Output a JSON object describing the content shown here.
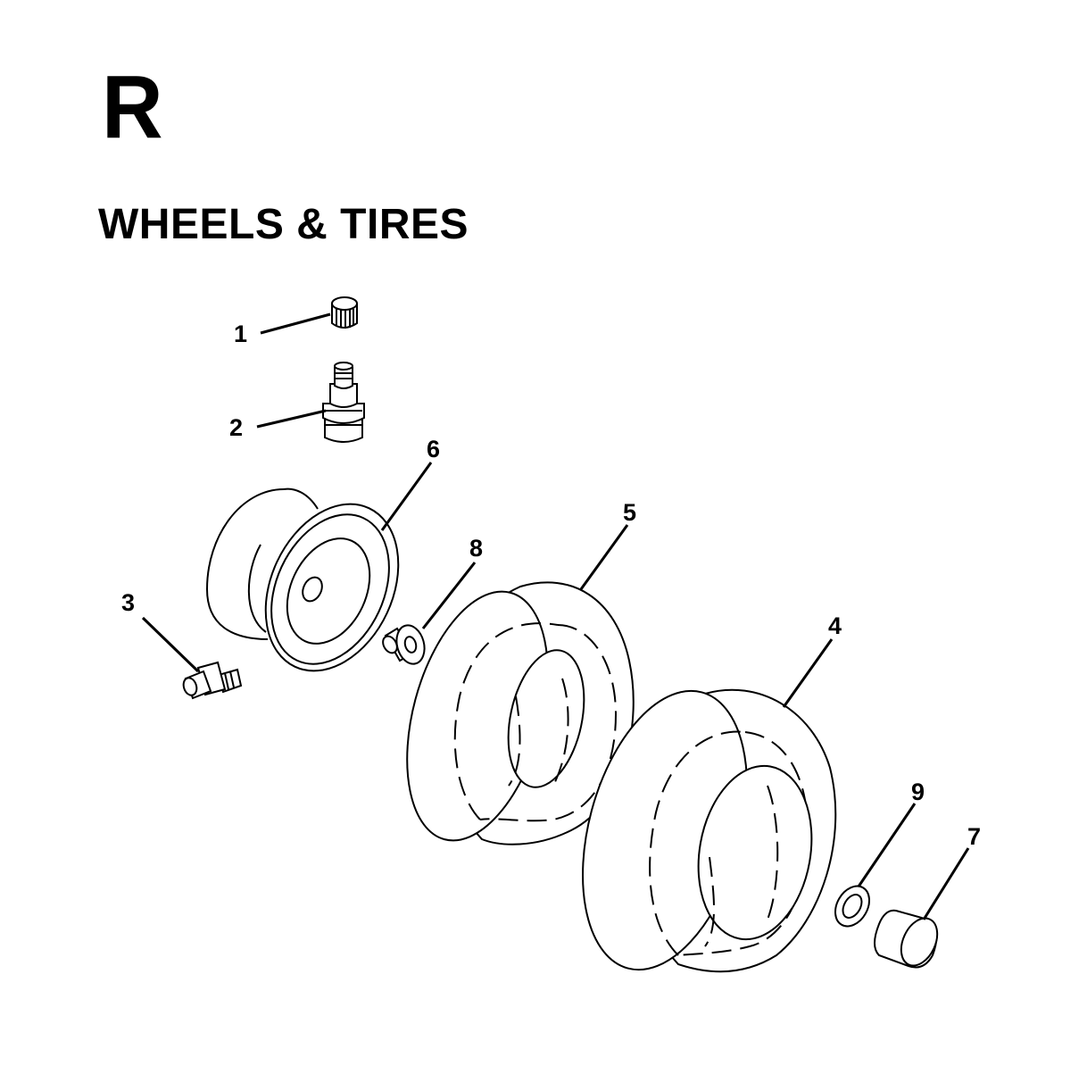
{
  "header": {
    "section_letter": "R",
    "title": "WHEELS & TIRES"
  },
  "callouts": [
    {
      "number": "1",
      "part": "valve-cap"
    },
    {
      "number": "2",
      "part": "valve-stem"
    },
    {
      "number": "3",
      "part": "grease-fitting"
    },
    {
      "number": "4",
      "part": "tire-front"
    },
    {
      "number": "5",
      "part": "tire-rear"
    },
    {
      "number": "6",
      "part": "rim"
    },
    {
      "number": "7",
      "part": "bushing"
    },
    {
      "number": "8",
      "part": "flange-bearing"
    },
    {
      "number": "9",
      "part": "washer"
    }
  ]
}
